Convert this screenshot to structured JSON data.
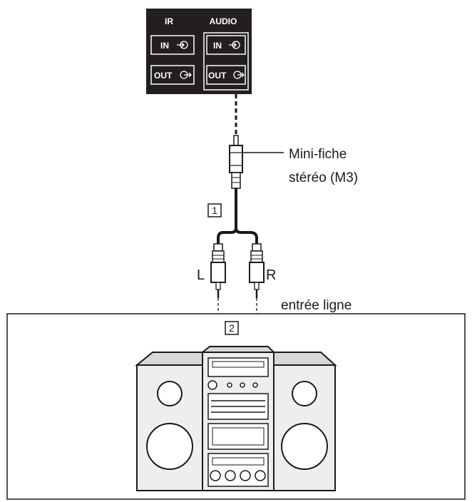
{
  "panel": {
    "ir_label": "IR",
    "audio_label": "AUDIO",
    "ir_in": "IN",
    "ir_out": "OUT",
    "audio_in": "IN",
    "audio_out": "OUT"
  },
  "callouts": {
    "mini_plug_line1": "Mini-fiche",
    "mini_plug_line2": "stéréo (M3)",
    "cable_number": "1",
    "device_number": "2",
    "left_label": "L",
    "right_label": "R",
    "line_input": "entrée ligne"
  },
  "colors": {
    "panel_bg": "#231f20",
    "line": "#1a1a1a",
    "device_fill": "#f2f2f2"
  }
}
